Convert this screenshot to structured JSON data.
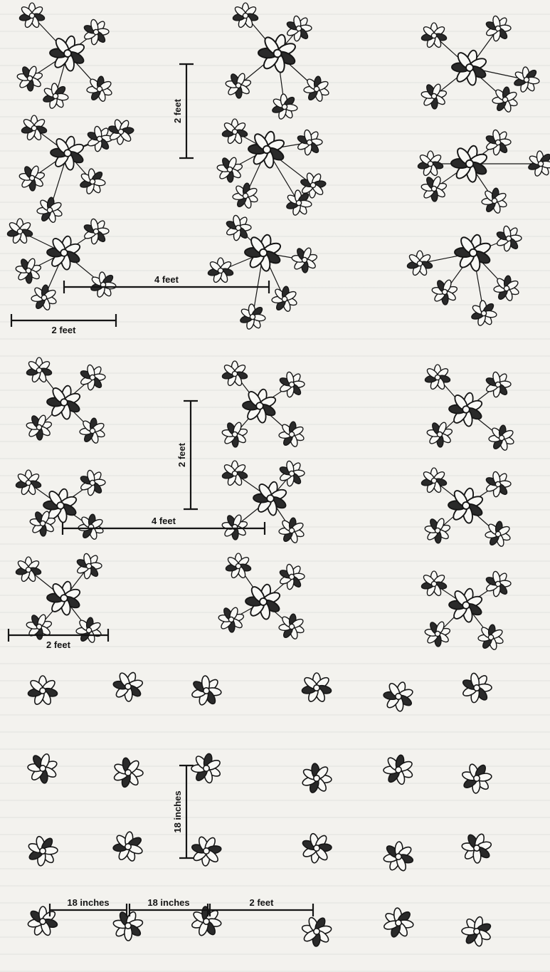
{
  "dimension_labels": {
    "two_feet": "2 feet",
    "four_feet": "4 feet",
    "eighteen_inches": "18 inches"
  },
  "colors": {
    "ink": "#151515",
    "paper": "#f3f2ee",
    "leaf_fill": "#f8f8f5"
  },
  "icon_names": [
    "plant-cluster-icon"
  ],
  "diagram": {
    "type": "planting-layout",
    "sections": [
      "hub-and-spoke clusters",
      "square-spaced clusters",
      "evenly spaced single plants"
    ]
  }
}
